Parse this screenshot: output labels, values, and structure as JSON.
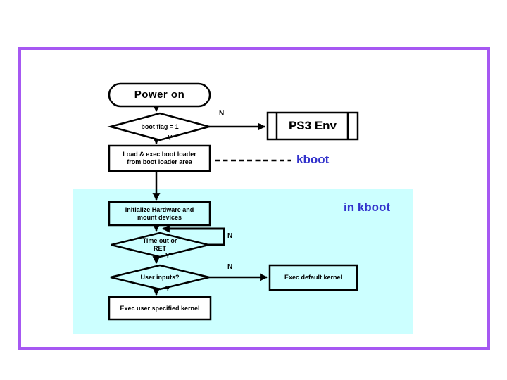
{
  "slide": {
    "frame_color": "#a658f2",
    "background_color": "#ffffff"
  },
  "flowchart": {
    "region": {
      "color": "#ccffff",
      "label": "in kboot"
    },
    "annotations": {
      "kboot": "kboot",
      "in_kboot": "in kboot"
    },
    "nodes": {
      "power_on": {
        "type": "terminator",
        "label": "Power on"
      },
      "boot_flag": {
        "type": "decision",
        "label": "boot flag = 1"
      },
      "ps3_env": {
        "type": "predefined-process",
        "label": "PS3 Env"
      },
      "load_boot": {
        "type": "process",
        "line1": "Load & exec boot loader",
        "line2": "from boot loader area"
      },
      "init_hw": {
        "type": "process",
        "line1": "Initialize Hardware and",
        "line2": "mount devices"
      },
      "timeout": {
        "type": "decision",
        "line1": "Time out or",
        "line2": "RET"
      },
      "user_inputs": {
        "type": "decision",
        "label": "User inputs?"
      },
      "exec_default": {
        "type": "process",
        "label": "Exec default kernel"
      },
      "exec_user": {
        "type": "process",
        "label": "Exec user specified kernel"
      }
    },
    "branches": {
      "boot_flag_no": "N",
      "boot_flag_yes": "Y",
      "timeout_no": "N",
      "timeout_yes": "Y",
      "user_inputs_no": "N",
      "user_inputs_yes": "Y"
    },
    "colors": {
      "stroke": "#000000",
      "accent_text": "#3333cc"
    }
  }
}
